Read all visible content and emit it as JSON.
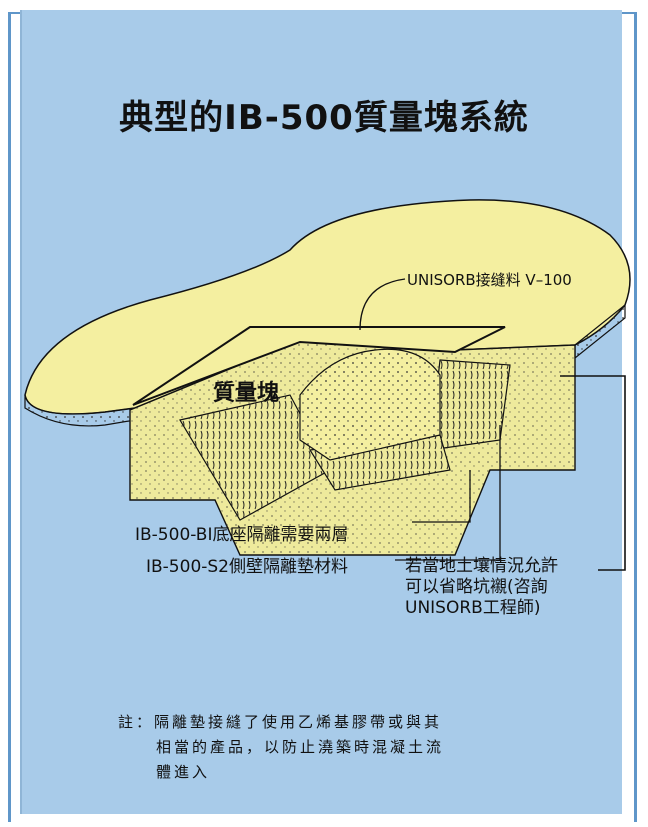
{
  "title": "典型的IB-500質量塊系統",
  "labels": {
    "mass_block": "質量塊",
    "unisorb_joint": "UNISORB接缝料 V–100",
    "base_isolation": "IB-500-BI底座隔離需要兩層",
    "side_isolation": "IB-500-S2側壁隔離墊材料",
    "omit_line1": "若當地土壤情況允許",
    "omit_line2": "可以省略坑襯(咨詢",
    "omit_line3": "UNISORB工程師)"
  },
  "note": {
    "line1": "註：隔離墊接縫了使用乙烯基膠帶或與其",
    "line2": "相當的產品，以防止澆築時混凝土流",
    "line3": "體進入"
  },
  "colors": {
    "background": "#a8cbe9",
    "ground": "#f4efa0",
    "concrete": "#eeea9c",
    "outline": "#111111"
  }
}
